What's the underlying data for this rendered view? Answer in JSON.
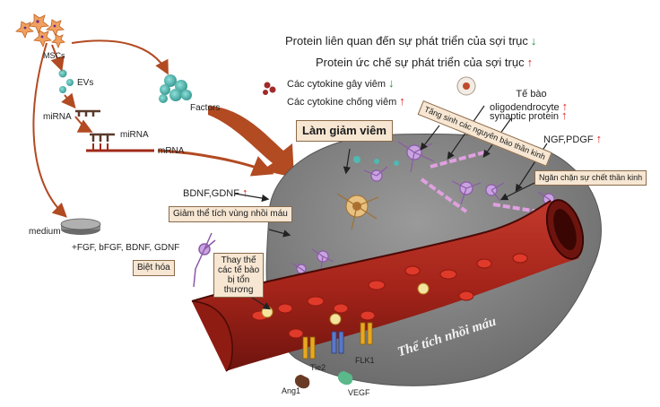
{
  "labels": {
    "mscs": "MSCs",
    "evs": "EVs",
    "mirna_left": "miRNA",
    "mirna_mid": "miRNA",
    "mrna": "mRNA",
    "factors": "Factors",
    "medium": "medium",
    "growth_factors": "+FGF, bFGF, BDNF, GDNF",
    "protein_axon_growth": "Protein liên quan đến sự phát triển của sợi trục",
    "protein_axon_inhibit": "Protein ức chế sự phát triển của sợi trục",
    "cytokine_inflammatory": "Các cytokine gây viêm",
    "cytokine_anti": "Các cytokine chống viêm",
    "oligodendrocyte": "Tế bào\noligodendrocyte",
    "synaptic_protein": "synaptic protein",
    "ngf_pdgf": "NGF,PDGF",
    "bdnf_gdnf": "BDNF,GDNF",
    "tie2": "Tie2",
    "flk1": "FLK1",
    "ang1": "Ang1",
    "vegf": "VEGF",
    "infarct_volume": "Thể tích nhồi máu"
  },
  "boxes": {
    "reduce_inflammation": "Làm giảm viêm",
    "neuron_precursors": "Tăng sinh các nguyên bào thần kinh",
    "prevent_death": "Ngăn chặn sự chết thần kinh",
    "reduce_infarct": "Giảm thể tích vùng nhồi máu",
    "differentiation": "Biệt hóa",
    "replace_cells": "Thay thế\ncác tế bào\nbị tổn\nthương"
  },
  "arrows": {
    "up": "↑",
    "down": "↓"
  },
  "colors": {
    "vessel": "#a5241a",
    "vessel_dark": "#6e140e",
    "tissue": "#8a8a8a",
    "brown_arrow": "#b24a22",
    "box_fill": "#f6e6d2",
    "teal": "#4fb9b2",
    "up_arrow": "#e02020",
    "down_arrow": "#1e8a3a"
  }
}
